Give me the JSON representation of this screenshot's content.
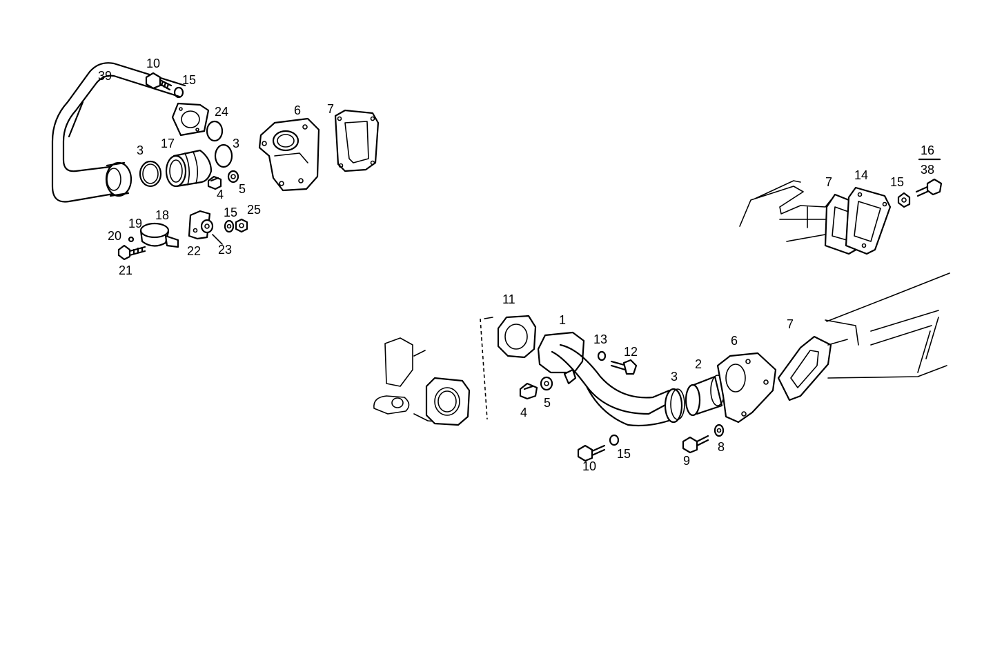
{
  "callouts": {
    "c39": "39",
    "c10a": "10",
    "c15a": "15",
    "c24": "24",
    "c6a": "6",
    "c7a": "7",
    "c3a": "3",
    "c17": "17",
    "c3b": "3",
    "c4a": "4",
    "c5a": "5",
    "c19": "19",
    "c18": "18",
    "c20": "20",
    "c21": "21",
    "c15b": "15",
    "c25": "25",
    "c22": "22",
    "c23": "23",
    "c16": "16",
    "c38": "38",
    "c7b": "7",
    "c14": "14",
    "c15c": "15",
    "c11": "11",
    "c1": "1",
    "c13": "13",
    "c12": "12",
    "c6b": "6",
    "c7c": "7",
    "c3c": "3",
    "c2": "2",
    "c4b": "4",
    "c5b": "5",
    "c10b": "10",
    "c15d": "15",
    "c9": "9",
    "c8": "8"
  }
}
